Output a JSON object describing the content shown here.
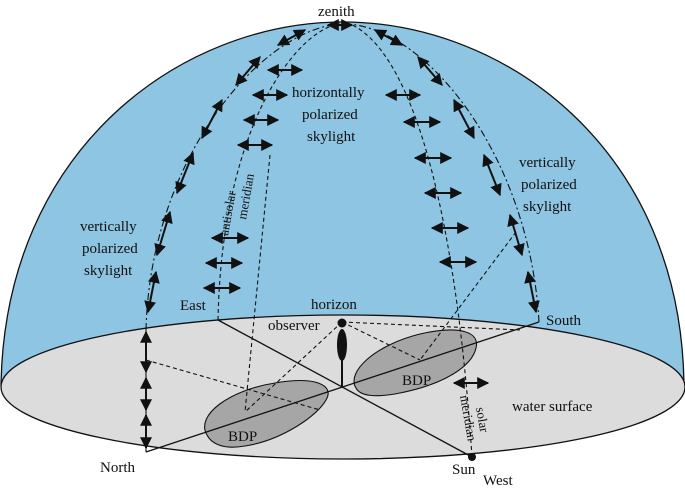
{
  "labels": {
    "zenith": "zenith",
    "horizon": "horizon",
    "observer": "observer",
    "east": "East",
    "south": "South",
    "north": "North",
    "west": "West",
    "sun": "Sun",
    "water_surface": "water surface",
    "bdp": "BDP",
    "antisolar_meridian_1": "antisolar",
    "antisolar_meridian_2": "meridian",
    "solar_meridian_1": "solar",
    "solar_meridian_2": "meridian",
    "horizontal_1": "horizontally",
    "horizontal_2": "polarized",
    "horizontal_3": "skylight",
    "vertical_left_1": "vertically",
    "vertical_left_2": "polarized",
    "vertical_left_3": "skylight",
    "vertical_right_1": "vertically",
    "vertical_right_2": "polarized",
    "vertical_right_3": "skylight"
  },
  "colors": {
    "sky": "#8ec5e2",
    "water": "#dcdcdc",
    "bdp_region": "#a6a6a6",
    "lines": "#111111"
  },
  "icons": {
    "polarization_arrow": "double-headed-arrow",
    "observer": "standing-person-icon"
  }
}
